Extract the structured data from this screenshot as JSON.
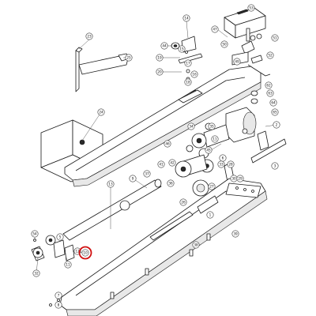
{
  "diagram": {
    "highlighted_callout": "10",
    "highlight_color": "#d01010",
    "callouts": [
      {
        "id": "c23",
        "label": "23"
      },
      {
        "id": "c25",
        "label": "25"
      },
      {
        "id": "c24",
        "label": "24"
      },
      {
        "id": "c14",
        "label": "14"
      },
      {
        "id": "c44",
        "label": "44"
      },
      {
        "id": "c15",
        "label": "15"
      },
      {
        "id": "c19",
        "label": "19"
      },
      {
        "id": "c17",
        "label": "17"
      },
      {
        "id": "c16",
        "label": "16"
      },
      {
        "id": "c20",
        "label": "20"
      },
      {
        "id": "c18",
        "label": "18"
      },
      {
        "id": "c47",
        "label": "47"
      },
      {
        "id": "c50",
        "label": "50"
      },
      {
        "id": "c53",
        "label": "53"
      },
      {
        "id": "c51",
        "label": "51"
      },
      {
        "id": "c49",
        "label": "49"
      },
      {
        "id": "c52",
        "label": "52"
      },
      {
        "id": "c62",
        "label": "62"
      },
      {
        "id": "c63",
        "label": "63"
      },
      {
        "id": "c64",
        "label": "64"
      },
      {
        "id": "c65",
        "label": "65"
      },
      {
        "id": "c2",
        "label": "2"
      },
      {
        "id": "c35",
        "label": "35"
      },
      {
        "id": "c34",
        "label": "34"
      },
      {
        "id": "c11b",
        "label": "11"
      },
      {
        "id": "c45",
        "label": "45"
      },
      {
        "id": "c46",
        "label": "46"
      },
      {
        "id": "c6",
        "label": "6"
      },
      {
        "id": "c33",
        "label": "33"
      },
      {
        "id": "c41",
        "label": "41"
      },
      {
        "id": "c42",
        "label": "42"
      },
      {
        "id": "c37",
        "label": "37"
      },
      {
        "id": "c36",
        "label": "36"
      },
      {
        "id": "c28",
        "label": "28"
      },
      {
        "id": "c30",
        "label": "30"
      },
      {
        "id": "c29",
        "label": "29"
      },
      {
        "id": "c27",
        "label": "27"
      },
      {
        "id": "c26",
        "label": "26"
      },
      {
        "id": "c39",
        "label": "39"
      },
      {
        "id": "c38",
        "label": "38"
      },
      {
        "id": "c3",
        "label": "3"
      },
      {
        "id": "c9",
        "label": "9"
      },
      {
        "id": "c13",
        "label": "13"
      },
      {
        "id": "c1",
        "label": "1"
      },
      {
        "id": "c54",
        "label": "54"
      },
      {
        "id": "c5",
        "label": "5"
      },
      {
        "id": "c12",
        "label": "12"
      },
      {
        "id": "c10",
        "label": "10"
      },
      {
        "id": "c11",
        "label": "11"
      },
      {
        "id": "c32",
        "label": "32"
      },
      {
        "id": "c7",
        "label": "7"
      },
      {
        "id": "c8",
        "label": "8"
      }
    ]
  }
}
